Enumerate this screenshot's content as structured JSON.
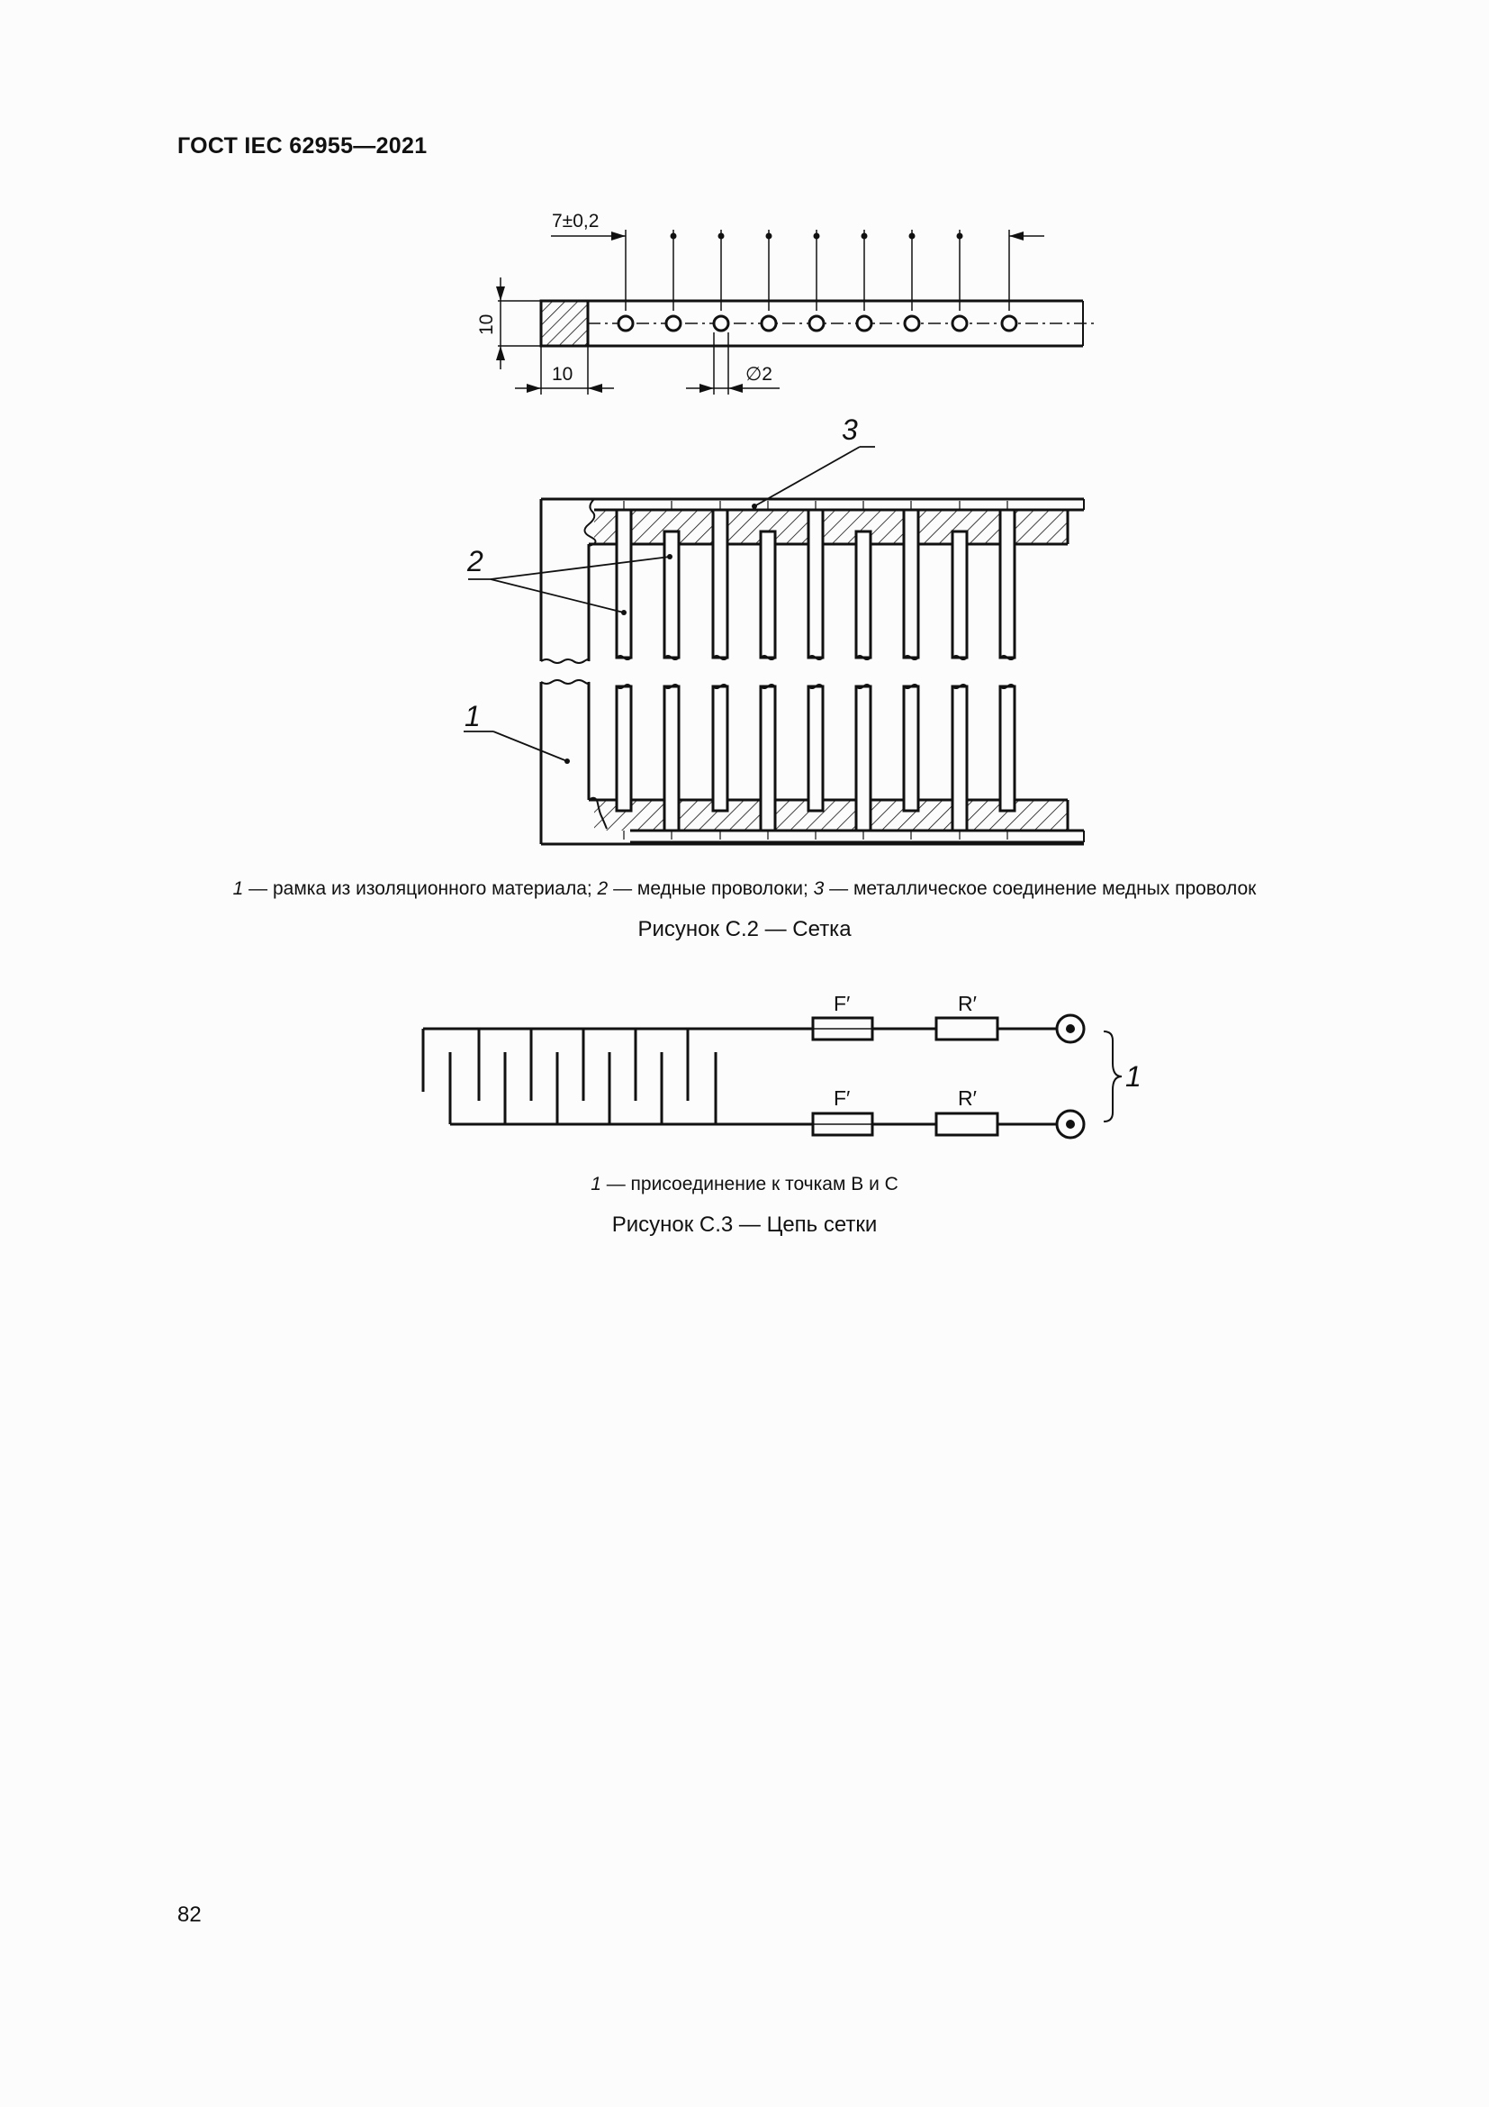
{
  "header": {
    "standard": "ГОСТ IEC 62955—2021"
  },
  "figure_c2": {
    "dim_pitch": "7±0,2",
    "dim_height": "10",
    "dim_width": "10",
    "dim_diameter": "∅2",
    "callouts": {
      "frame": "1",
      "wires": "2",
      "connection": "3"
    },
    "legend": [
      {
        "num": "1",
        "text": " — рамка из изоляционного материала; "
      },
      {
        "num": "2",
        "text": " — медные проволоки; "
      },
      {
        "num": "3",
        "text": " — металлическое соединение медных проволок"
      }
    ],
    "caption": "Рисунок С.2 — Сетка"
  },
  "figure_c3": {
    "fuse_label": "F′",
    "resistor_label": "R′",
    "callout": "1",
    "legend": [
      {
        "num": "1",
        "text": " — присоединение к точкам В и С"
      }
    ],
    "caption": "Рисунок С.3 — Цепь сетки"
  },
  "footer": {
    "page_number": "82"
  }
}
